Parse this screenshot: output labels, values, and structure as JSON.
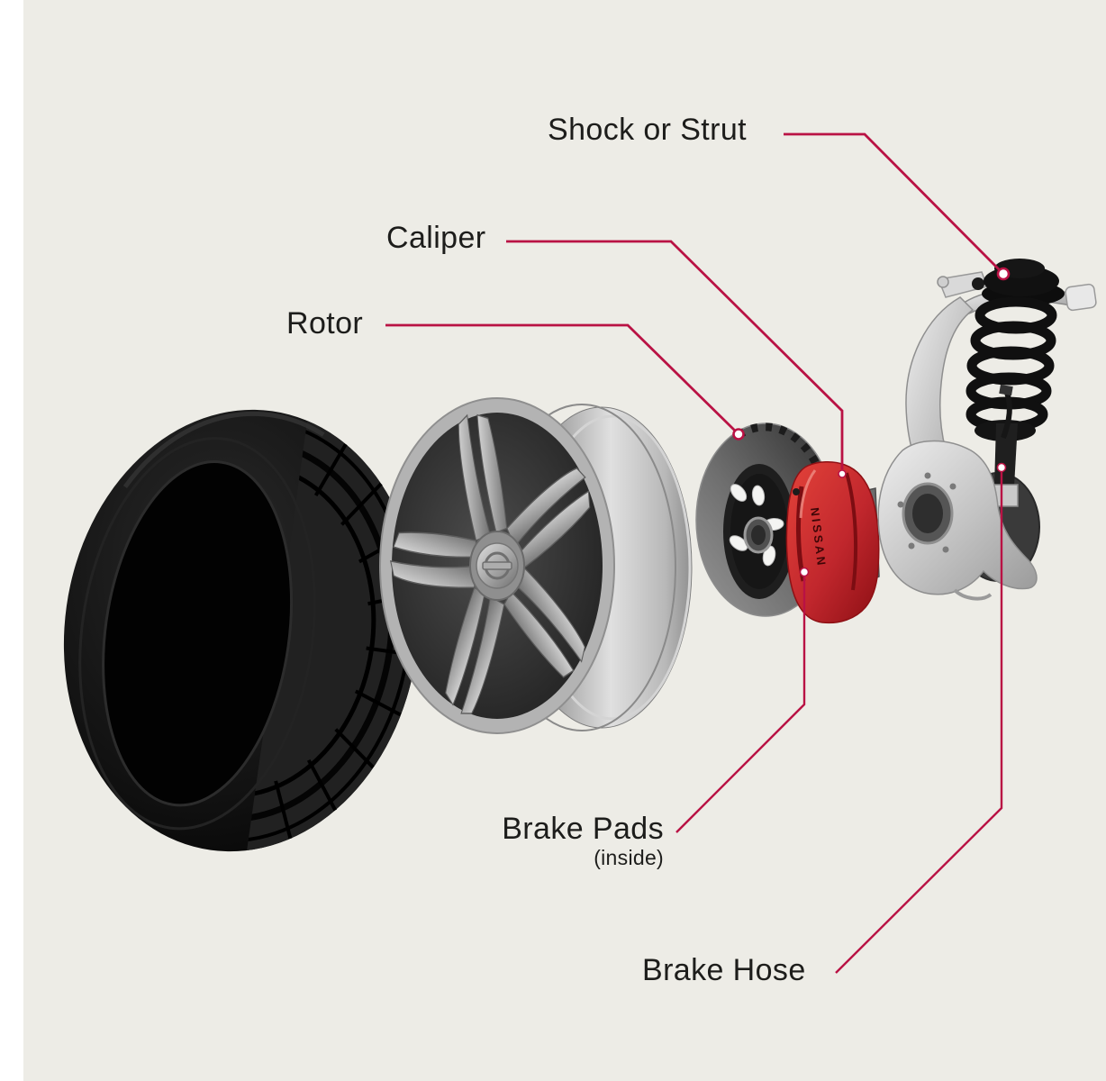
{
  "figure": {
    "type": "exploded-parts-diagram",
    "subject": "Wheel, brake and front suspension assembly",
    "colors": {
      "background": "#edece6",
      "leader_line": "#b91244",
      "label_text": "#1d1d1b",
      "caliper_red": "#c1272d"
    }
  },
  "labels": {
    "shock": {
      "text": "Shock or Strut"
    },
    "caliper": {
      "text": "Caliper"
    },
    "rotor": {
      "text": "Rotor"
    },
    "brake_pads": {
      "text": "Brake Pads",
      "note": "(inside)"
    },
    "brake_hose": {
      "text": "Brake Hose"
    }
  },
  "caliper_brand": "NISSAN",
  "parts": [
    {
      "name": "tire"
    },
    {
      "name": "alloy-wheel"
    },
    {
      "name": "brake-rotor"
    },
    {
      "name": "brake-caliper"
    },
    {
      "name": "brake-pads"
    },
    {
      "name": "shock-strut"
    },
    {
      "name": "steering-knuckle"
    },
    {
      "name": "brake-hose"
    }
  ]
}
